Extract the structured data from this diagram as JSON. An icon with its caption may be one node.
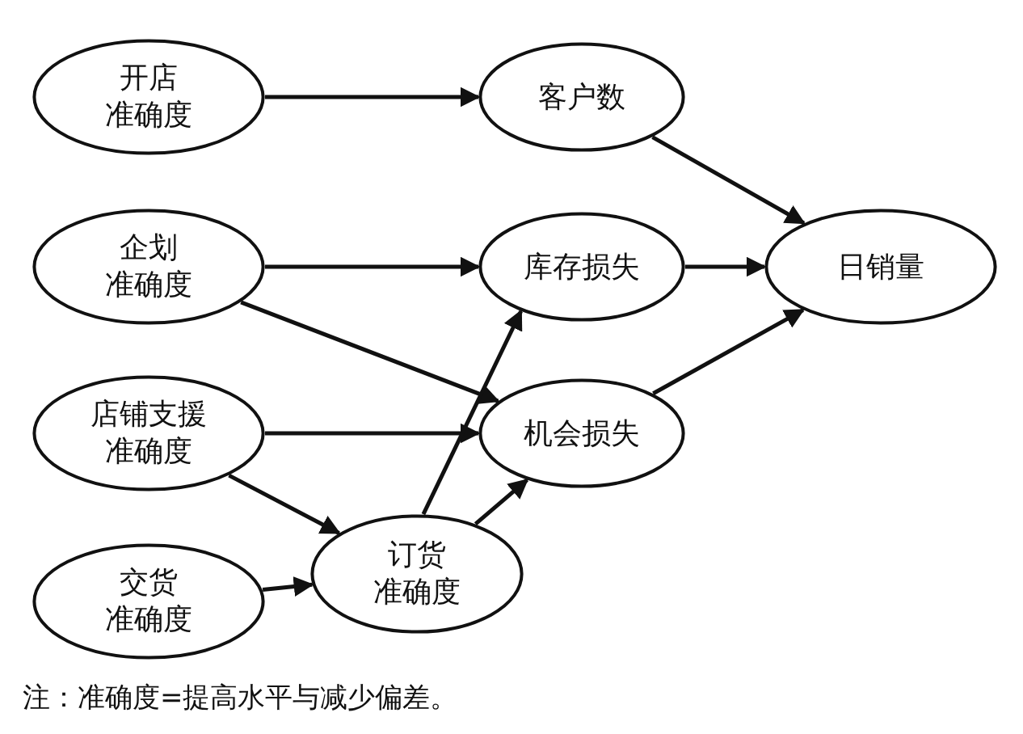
{
  "diagram": {
    "nodes": [
      {
        "text": [
          "开店准确度"
        ]
      },
      {
        "text": [
          "企划准确度"
        ]
      },
      {
        "text": [
          "店铺支援准确度"
        ]
      },
      {
        "text": [
          "交货准确度"
        ]
      },
      {
        "text": [
          "订货准确度"
        ]
      },
      {
        "text": [
          "客户数"
        ]
      },
      {
        "text": [
          "库存损失"
        ]
      },
      {
        "text": [
          "机会损失"
        ]
      },
      {
        "text": [
          "日销量"
        ]
      }
    ],
    "edges": [
      {
        "from": 0,
        "to": 5,
        "arrow": "to"
      },
      {
        "from": 1,
        "to": 6,
        "arrow": "to"
      },
      {
        "from": 1,
        "to": 7,
        "arrow": "to"
      },
      {
        "from": 2,
        "to": 7,
        "arrow": "to"
      },
      {
        "from": 2,
        "to": 4,
        "arrow": "to"
      },
      {
        "from": 3,
        "to": 4,
        "arrow": "to"
      },
      {
        "from": 4,
        "to": 6,
        "arrow": "to"
      },
      {
        "from": 4,
        "to": 7,
        "arrow": "to"
      },
      {
        "from": 5,
        "to": 8,
        "arrow": "to"
      },
      {
        "from": 6,
        "to": 8,
        "arrow": "to"
      },
      {
        "from": 7,
        "to": 8,
        "arrow": "to"
      }
    ],
    "labels": [
      "注：准确度=提高水平与减少偏差。"
    ]
  }
}
